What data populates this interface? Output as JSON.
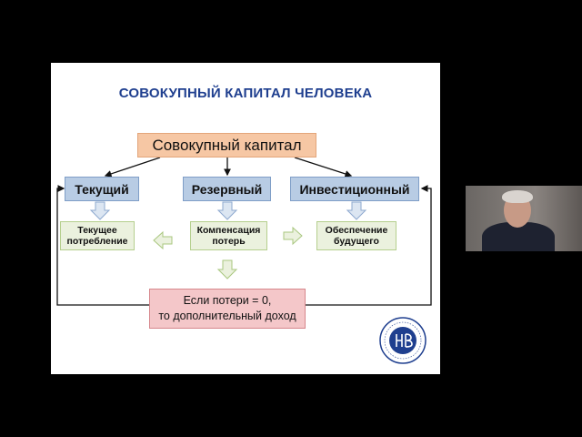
{
  "slide": {
    "title": "СОВОКУПНЫЙ КАПИТАЛ ЧЕЛОВЕКА",
    "main_box": "Совокупный капитал",
    "categories": [
      "Текущий",
      "Резервный",
      "Инвестиционный"
    ],
    "sub_boxes": [
      {
        "line1": "Текущее",
        "line2": "потребление"
      },
      {
        "line1": "Компенсация",
        "line2": "потерь"
      },
      {
        "line1": "Обеспечение",
        "line2": "будущего"
      }
    ],
    "result": {
      "line1": "Если потери = 0,",
      "line2": "то дополнительный доход"
    }
  },
  "colors": {
    "title": "#1f3f8f",
    "main_box": "#f6c7a4",
    "category_box": "#b8cce4",
    "sub_box": "#ebf1de",
    "result_box": "#f4c7c9",
    "logo": "#1f3f8f"
  },
  "icons": {
    "logo": "hse-logo-icon",
    "webcam": "webcam-video"
  }
}
